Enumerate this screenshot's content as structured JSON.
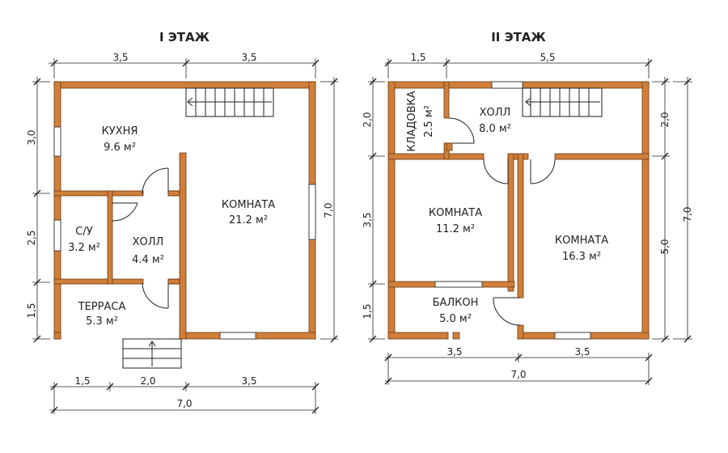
{
  "colors": {
    "wall": "#cf7f3a",
    "wall_stroke": "#6b3a12",
    "line": "#222222",
    "window": "#ffffff"
  },
  "floor1": {
    "title": "I ЭТАЖ",
    "rooms": [
      {
        "name": "КУХНЯ",
        "area": "9.6 м²"
      },
      {
        "name": "С/У",
        "area": "3.2 м²"
      },
      {
        "name": "ХОЛЛ",
        "area": "4.4 м²"
      },
      {
        "name": "КОМНАТА",
        "area": "21.2 м²"
      },
      {
        "name": "ТЕРРАСА",
        "area": "5.3 м²"
      }
    ],
    "dims": {
      "top": [
        "3,5",
        "3,5"
      ],
      "left": [
        "3,0",
        "2,5",
        "1,5"
      ],
      "right": [
        "7,0"
      ],
      "bottom": [
        "1,5",
        "2,0",
        "3,5"
      ],
      "bottom_total": [
        "7,0"
      ]
    }
  },
  "floor2": {
    "title": "II ЭТАЖ",
    "rooms": [
      {
        "name": "КЛАДОВКА",
        "area": "2.5 м²"
      },
      {
        "name": "ХОЛЛ",
        "area": "8.0 м²"
      },
      {
        "name": "КОМНАТА",
        "area": "11.2 м²"
      },
      {
        "name": "КОМНАТА",
        "area": "16.3 м²"
      },
      {
        "name": "БАЛКОН",
        "area": "5.0 м²"
      }
    ],
    "dims": {
      "top": [
        "1,5",
        "5,5"
      ],
      "left": [
        "2,0",
        "3,5",
        "1,5"
      ],
      "right_inner": [
        "2,0",
        "5,0"
      ],
      "right_outer": [
        "7,0"
      ],
      "bottom": [
        "3,5",
        "3,5"
      ],
      "bottom_total": [
        "7,0"
      ]
    }
  }
}
